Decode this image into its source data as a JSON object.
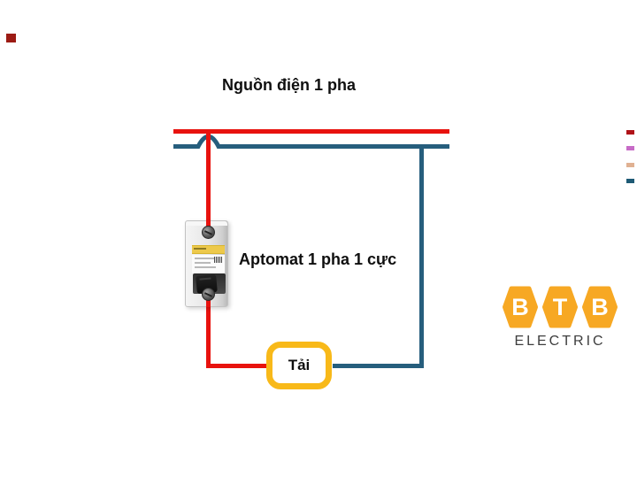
{
  "title": "Nguồn điện 1 pha",
  "breaker_label": "Aptomat 1 pha 1 cực",
  "load": {
    "label": "Tải"
  },
  "logo": {
    "letters": [
      "B",
      "T",
      "B"
    ],
    "subtitle": "ELECTRIC"
  },
  "icons": {
    "breaker": "circuit-breaker-photo",
    "wire_jump": "wire-hop-symbol"
  },
  "colors": {
    "line_red": "#E8120E",
    "line_teal": "#265E7D",
    "load_border_yellow": "#F8B919",
    "logo_yellow": "#F7A823",
    "logo_text_gray": "#3D3D3D",
    "corner_square_red": "#9C1B14",
    "stub_dark_red": "#B01218",
    "stub_pink": "#C76BC7",
    "stub_tan": "#E0B192",
    "stub_teal": "#1E5A75"
  }
}
